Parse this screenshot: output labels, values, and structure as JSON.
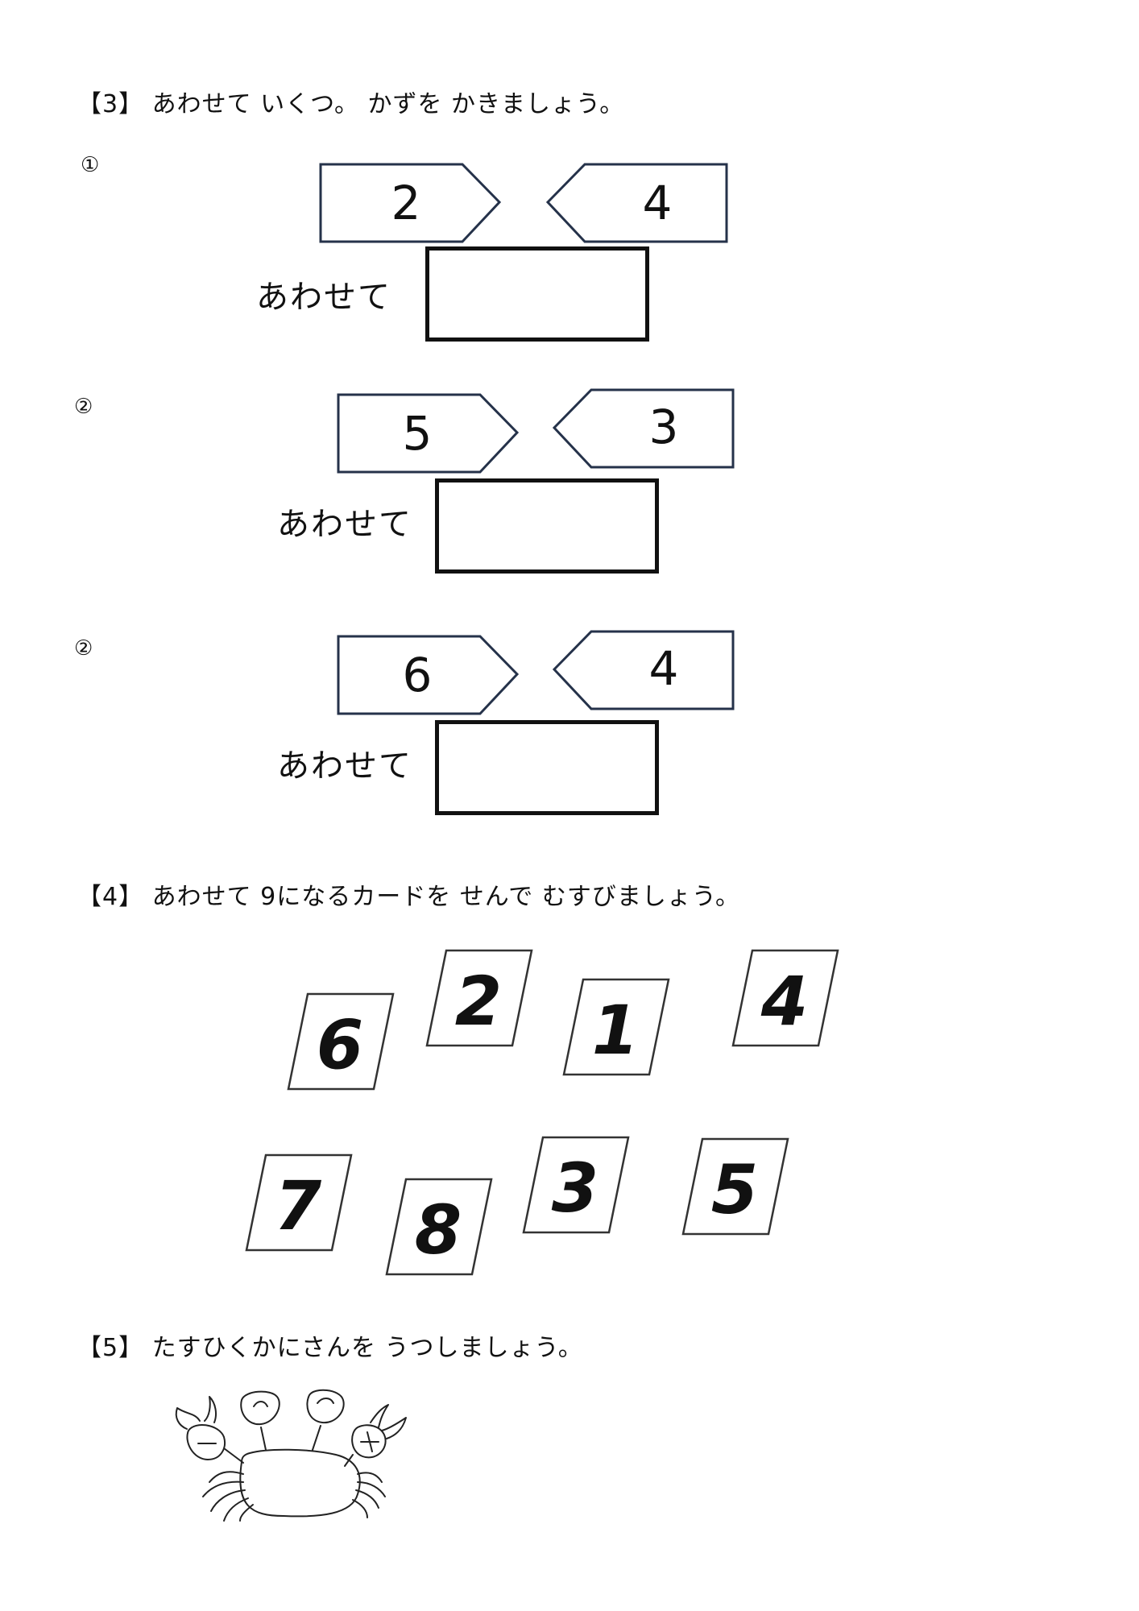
{
  "section3": {
    "heading": "【3】 あわせて いくつ。 かずを かきましょう。",
    "problems": [
      {
        "number": "①",
        "left": "2",
        "right": "4",
        "label": "あわせて"
      },
      {
        "number": "②",
        "left": "5",
        "right": "3",
        "label": "あわせて"
      },
      {
        "number": "②",
        "left": "6",
        "right": "4",
        "label": "あわせて"
      }
    ]
  },
  "section4": {
    "heading": "【4】 あわせて 9になるカードを せんで むすびましょう。",
    "cards": [
      "6",
      "2",
      "1",
      "4",
      "7",
      "8",
      "3",
      "5"
    ]
  },
  "section5": {
    "heading": "【5】 たすひくかにさんを うつしましょう。",
    "crab_icon": "crab-drawing-icon"
  },
  "colors": {
    "arrow_border": "#25324a",
    "box_border": "#111111"
  }
}
